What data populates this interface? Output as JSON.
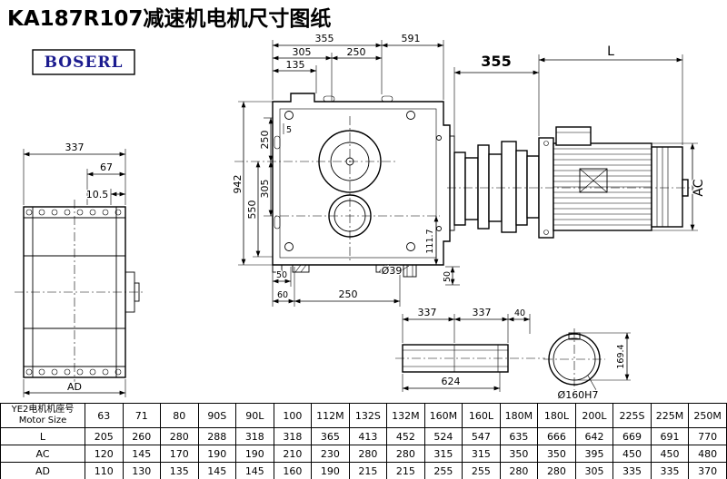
{
  "title": "KA187R107减速机电机尺寸图纸",
  "logo": "BOSERL",
  "colors": {
    "line": "#000000",
    "logo_blue": "#1b1b8f",
    "background": "#ffffff"
  },
  "views": {
    "left": {
      "d337": "337",
      "d67": "67",
      "d105": "10.5",
      "dAD": "AD"
    },
    "front": {
      "d355": "355",
      "d591": "591",
      "d305": "305",
      "d250": "250",
      "d135": "135",
      "dv250": "250",
      "dv5": "5",
      "dv305": "305",
      "dv550": "550",
      "dv942": "942",
      "d1117": "111.7",
      "db50a": "50",
      "db60": "60",
      "db250": "250",
      "dia39": "Ø39",
      "db50b": "50"
    },
    "right": {
      "d355": "355",
      "dL": "L",
      "dAC": "AC"
    },
    "shaft": {
      "d337a": "337",
      "d337b": "337",
      "d40": "40",
      "d624": "624"
    },
    "bore": {
      "d1694": "169.4",
      "dia160": "Ø160H7"
    }
  },
  "table": {
    "header_cn": "YE2电机机座号",
    "header_en": "Motor Size",
    "columns": [
      "63",
      "71",
      "80",
      "90S",
      "90L",
      "100",
      "112M",
      "132S",
      "132M",
      "160M",
      "160L",
      "180M",
      "180L",
      "200L",
      "225S",
      "225M",
      "250M"
    ],
    "rows": [
      {
        "label": "L",
        "values": [
          "205",
          "260",
          "280",
          "288",
          "318",
          "318",
          "365",
          "413",
          "452",
          "524",
          "547",
          "635",
          "666",
          "642",
          "669",
          "691",
          "770"
        ]
      },
      {
        "label": "AC",
        "values": [
          "120",
          "145",
          "170",
          "190",
          "190",
          "210",
          "230",
          "280",
          "280",
          "315",
          "315",
          "350",
          "350",
          "395",
          "450",
          "450",
          "480"
        ]
      },
      {
        "label": "AD",
        "values": [
          "110",
          "130",
          "135",
          "145",
          "145",
          "160",
          "190",
          "215",
          "215",
          "255",
          "255",
          "280",
          "280",
          "305",
          "335",
          "335",
          "370"
        ]
      }
    ]
  }
}
